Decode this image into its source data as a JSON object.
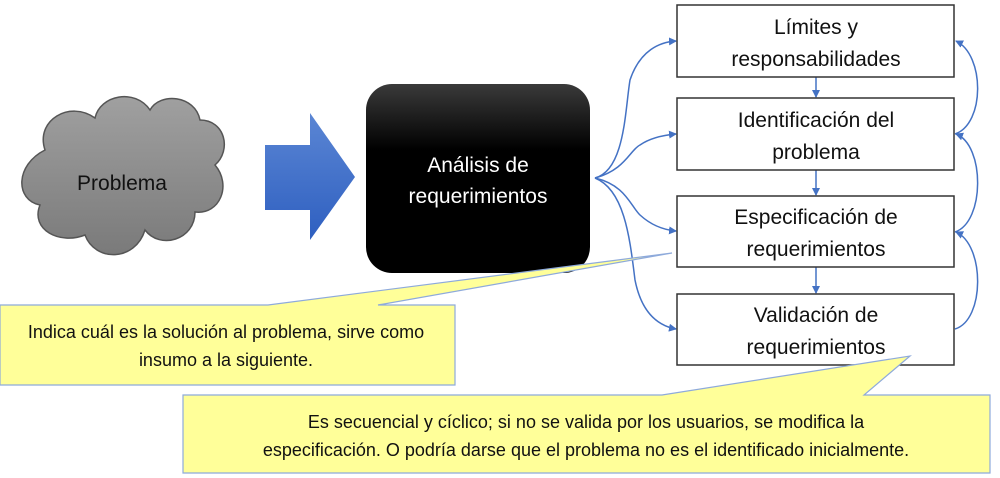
{
  "cloud": {
    "label": "Problema"
  },
  "analysis": {
    "line1": "Análisis de",
    "line2": "requerimientos"
  },
  "steps": [
    {
      "line1": "Límites y",
      "line2": "responsabilidades"
    },
    {
      "line1": "Identificación del",
      "line2": "problema"
    },
    {
      "line1": "Especificación de",
      "line2": "requerimientos"
    },
    {
      "line1": "Validación de",
      "line2": "requerimientos"
    }
  ],
  "callouts": [
    {
      "line1": "Indica cuál es la solución al problema, sirve como",
      "line2": "insumo a la siguiente."
    },
    {
      "line1": "Es secuencial y cíclico; si no se valida por los usuarios, se modifica la",
      "line2": "especificación. O podría darse que el problema no es el identificado inicialmente."
    }
  ],
  "colors": {
    "connector": "#4472c4",
    "callout_fill": "#ffff99",
    "cloud_fill": "#8c8c8c",
    "analysis_fill": "#000000"
  }
}
